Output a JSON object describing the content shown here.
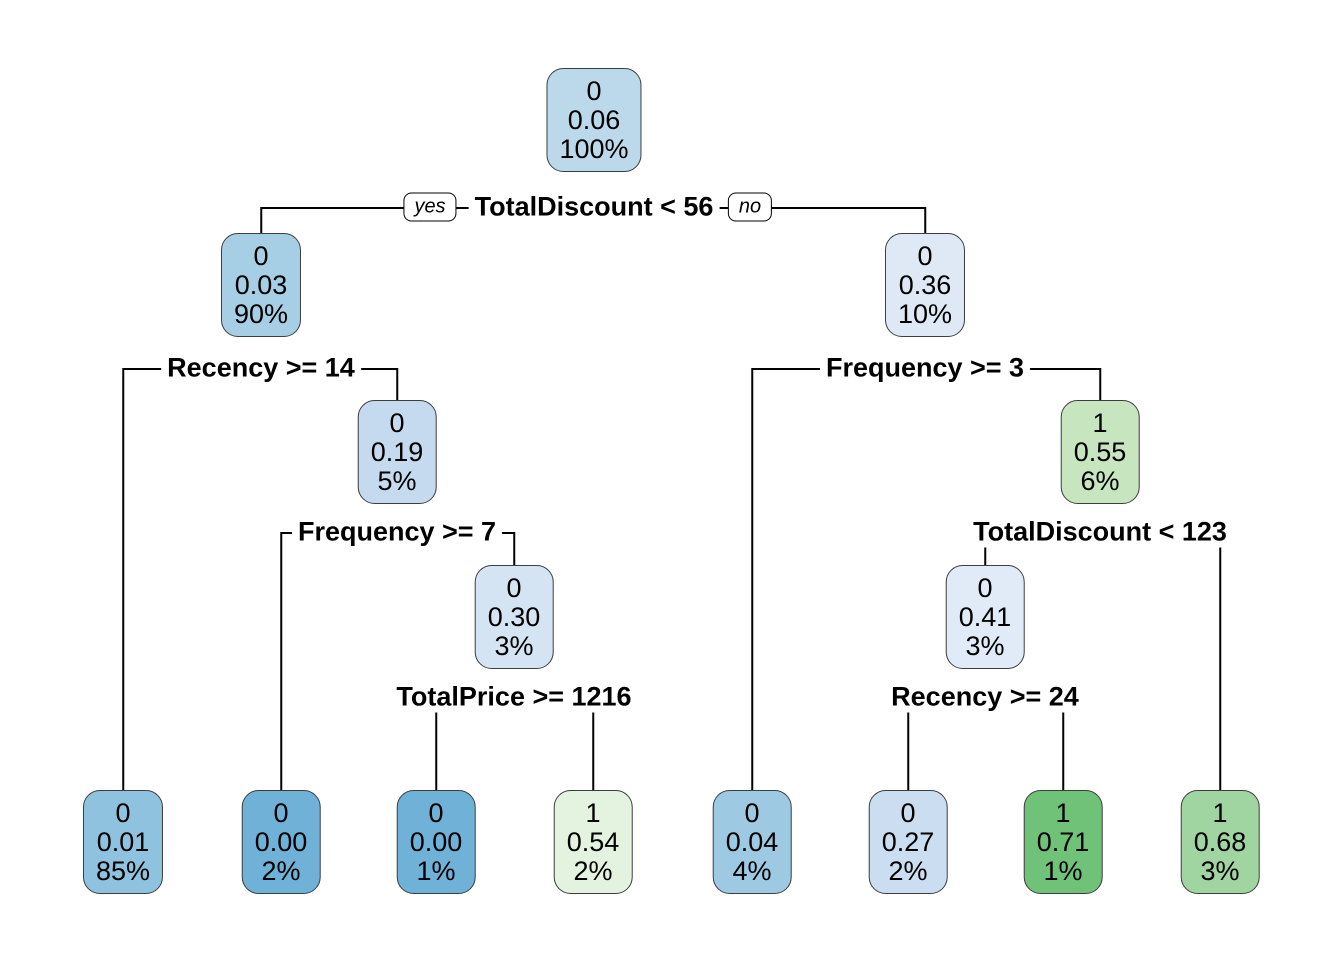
{
  "figure": {
    "background": "#ffffff",
    "line_color": "#000000",
    "node_border_color": "#3d3d3d",
    "text_color": "#000000"
  },
  "branch_labels": {
    "yes": "yes",
    "no": "no"
  },
  "splits": {
    "s1": {
      "label": "TotalDiscount < 56"
    },
    "s2l": {
      "label": "Recency >= 14"
    },
    "s2r": {
      "label": "Frequency >= 3"
    },
    "s3l": {
      "label": "Frequency >= 7"
    },
    "s3r": {
      "label": "TotalDiscount < 123"
    },
    "s4l": {
      "label": "TotalPrice >= 1216"
    },
    "s4r": {
      "label": "Recency >= 24"
    }
  },
  "nodes": {
    "root": {
      "class": "0",
      "prob": "0.06",
      "pct": "100%",
      "fill": "#BCD9EB"
    },
    "l": {
      "class": "0",
      "prob": "0.03",
      "pct": "90%",
      "fill": "#A6CEE4"
    },
    "r": {
      "class": "0",
      "prob": "0.36",
      "pct": "10%",
      "fill": "#DEE9F5"
    },
    "lr": {
      "class": "0",
      "prob": "0.19",
      "pct": "5%",
      "fill": "#C6DAEF"
    },
    "rr": {
      "class": "1",
      "prob": "0.55",
      "pct": "6%",
      "fill": "#C7E6C0"
    },
    "lrr": {
      "class": "0",
      "prob": "0.30",
      "pct": "3%",
      "fill": "#D4E4F3"
    },
    "rrl": {
      "class": "0",
      "prob": "0.41",
      "pct": "3%",
      "fill": "#E0EBF7"
    },
    "leaf1": {
      "class": "0",
      "prob": "0.01",
      "pct": "85%",
      "fill": "#8EC2DF"
    },
    "leaf2": {
      "class": "0",
      "prob": "0.00",
      "pct": "2%",
      "fill": "#6FB1D7"
    },
    "leaf3": {
      "class": "0",
      "prob": "0.00",
      "pct": "1%",
      "fill": "#6FB1D7"
    },
    "leaf4": {
      "class": "1",
      "prob": "0.54",
      "pct": "2%",
      "fill": "#E4F3E0"
    },
    "leaf5": {
      "class": "0",
      "prob": "0.04",
      "pct": "4%",
      "fill": "#9DC9E2"
    },
    "leaf6": {
      "class": "0",
      "prob": "0.27",
      "pct": "2%",
      "fill": "#CBDEF1"
    },
    "leaf7": {
      "class": "1",
      "prob": "0.71",
      "pct": "1%",
      "fill": "#70C279"
    },
    "leaf8": {
      "class": "1",
      "prob": "0.68",
      "pct": "3%",
      "fill": "#A0D5A1"
    }
  },
  "tree_structure": {
    "split": "TotalDiscount < 56",
    "yes": {
      "split": "Recency >= 14",
      "yes": {
        "leaf": "0 / 0.01 / 85%"
      },
      "no": {
        "split": "Frequency >= 7",
        "yes": {
          "leaf": "0 / 0.00 / 2%"
        },
        "no": {
          "split": "TotalPrice >= 1216",
          "yes": {
            "leaf": "0 / 0.00 / 1%"
          },
          "no": {
            "leaf": "1 / 0.54 / 2%"
          }
        }
      }
    },
    "no": {
      "split": "Frequency >= 3",
      "yes": {
        "leaf": "0 / 0.04 / 4%"
      },
      "no": {
        "split": "TotalDiscount < 123",
        "yes": {
          "split": "Recency >= 24",
          "yes": {
            "leaf": "0 / 0.27 / 2%"
          },
          "no": {
            "leaf": "1 / 0.71 / 1%"
          }
        },
        "no": {
          "leaf": "1 / 0.68 / 3%"
        }
      }
    }
  }
}
